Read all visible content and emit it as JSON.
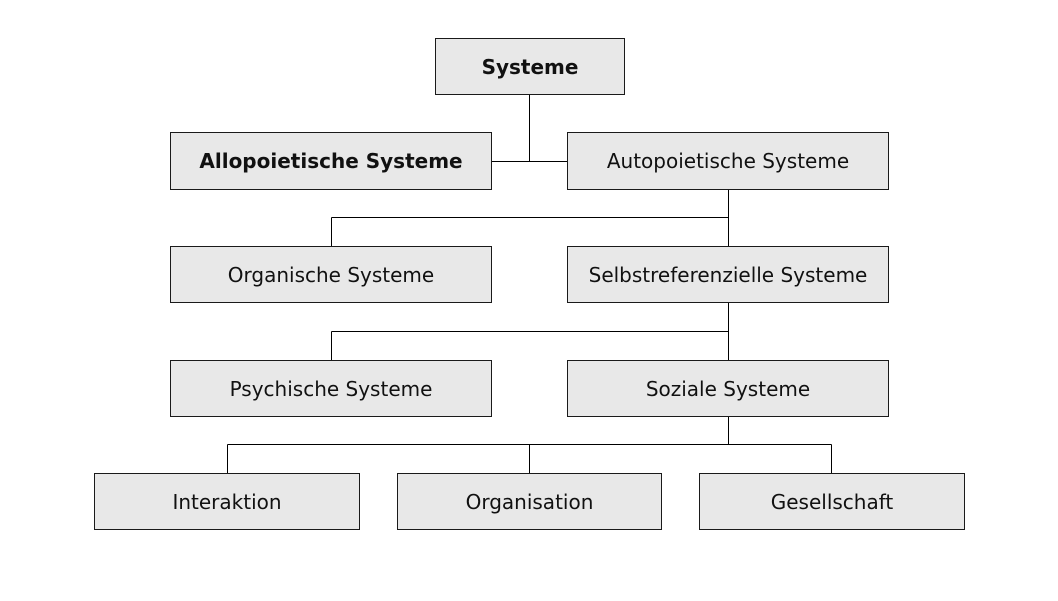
{
  "colors": {
    "box_fill": "#e8e8e8",
    "box_border": "#1a1a1a",
    "connector": "#000000",
    "background": "#ffffff"
  },
  "nodes": {
    "systeme": "Systeme",
    "allopoietische": "Allopoietische Systeme",
    "autopoietische": "Autopoietische Systeme",
    "organische": "Organische Systeme",
    "selbstreferenzielle": "Selbstreferenzielle Systeme",
    "psychische": "Psychische Systeme",
    "soziale": "Soziale Systeme",
    "interaktion": "Interaktion",
    "organisation": "Organisation",
    "gesellschaft": "Gesellschaft"
  },
  "edges": [
    {
      "from": "Systeme",
      "to": "Allopoietische Systeme"
    },
    {
      "from": "Systeme",
      "to": "Autopoietische Systeme"
    },
    {
      "from": "Autopoietische Systeme",
      "to": "Organische Systeme"
    },
    {
      "from": "Autopoietische Systeme",
      "to": "Selbstreferenzielle Systeme"
    },
    {
      "from": "Selbstreferenzielle Systeme",
      "to": "Psychische Systeme"
    },
    {
      "from": "Selbstreferenzielle Systeme",
      "to": "Soziale Systeme"
    },
    {
      "from": "Soziale Systeme",
      "to": "Interaktion"
    },
    {
      "from": "Soziale Systeme",
      "to": "Organisation"
    },
    {
      "from": "Soziale Systeme",
      "to": "Gesellschaft"
    }
  ]
}
